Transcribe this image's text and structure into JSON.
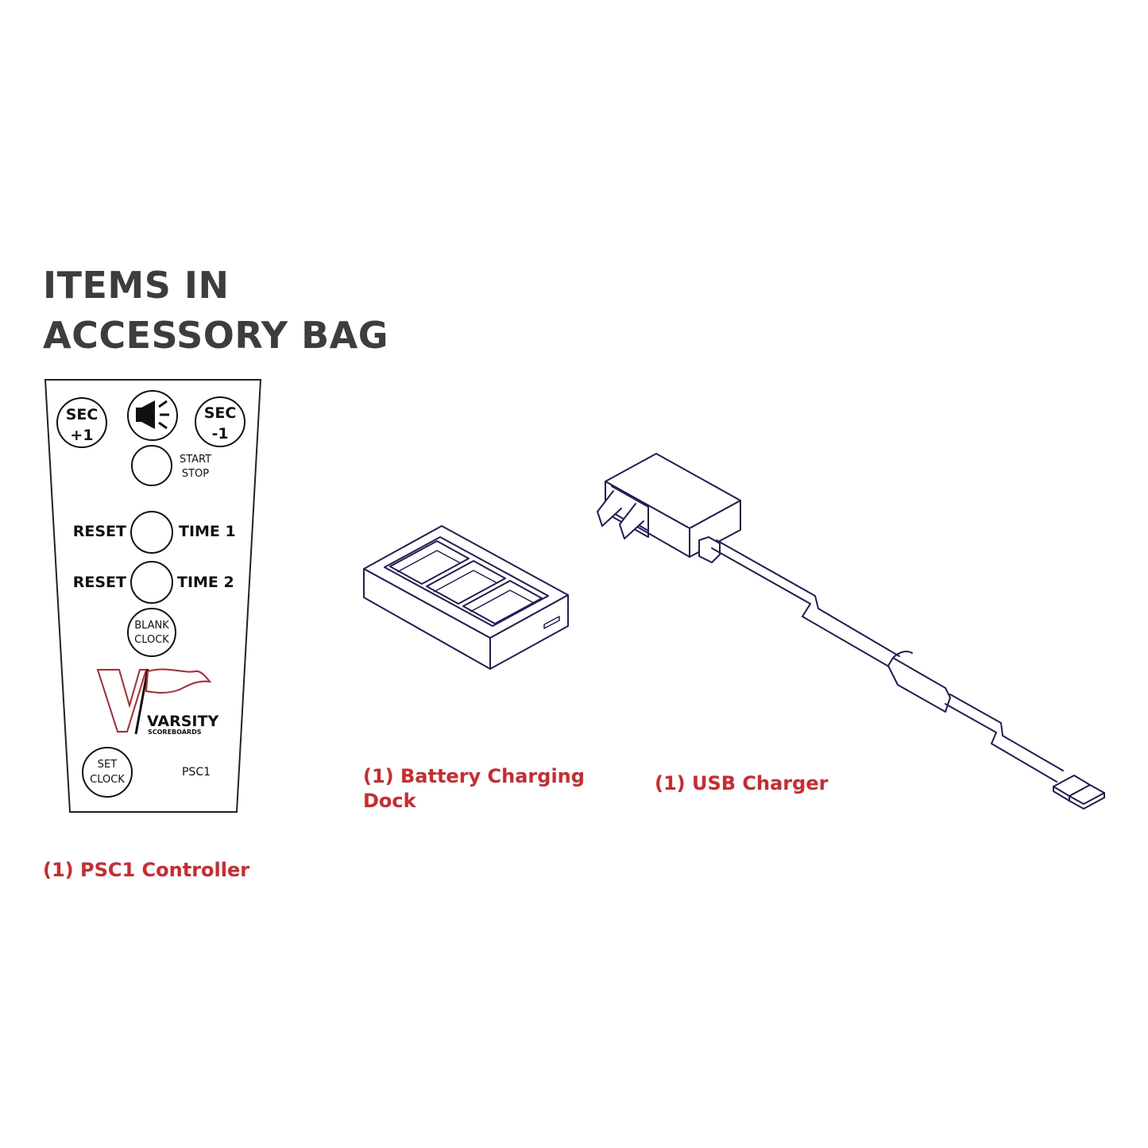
{
  "heading": {
    "line1": "ITEMS IN",
    "line2": "ACCESSORY BAG"
  },
  "colors": {
    "heading": "#3d3d3d",
    "caption": "#d0282c",
    "outline": "#1f1d5c",
    "brand": "#b3262c"
  },
  "controller": {
    "caption": "(1) PSC1 Controller",
    "buttons": {
      "sec_plus_top": "SEC",
      "sec_plus_bottom": "+1",
      "sec_minus_top": "SEC",
      "sec_minus_bottom": "-1",
      "start": "START",
      "stop": "STOP",
      "reset1": "RESET",
      "time1": "TIME 1",
      "reset2": "RESET",
      "time2": "TIME 2",
      "blank": "BLANK",
      "clock": "CLOCK",
      "set": "SET",
      "set_clock": "CLOCK",
      "horn_icon": "megaphone-icon"
    },
    "brand": {
      "name": "VARSITY",
      "sub": "SCOREBOARDS"
    },
    "model": "PSC1"
  },
  "dock": {
    "caption_line1": "(1) Battery Charging",
    "caption_line2": "Dock"
  },
  "charger": {
    "caption": "(1) USB Charger"
  }
}
